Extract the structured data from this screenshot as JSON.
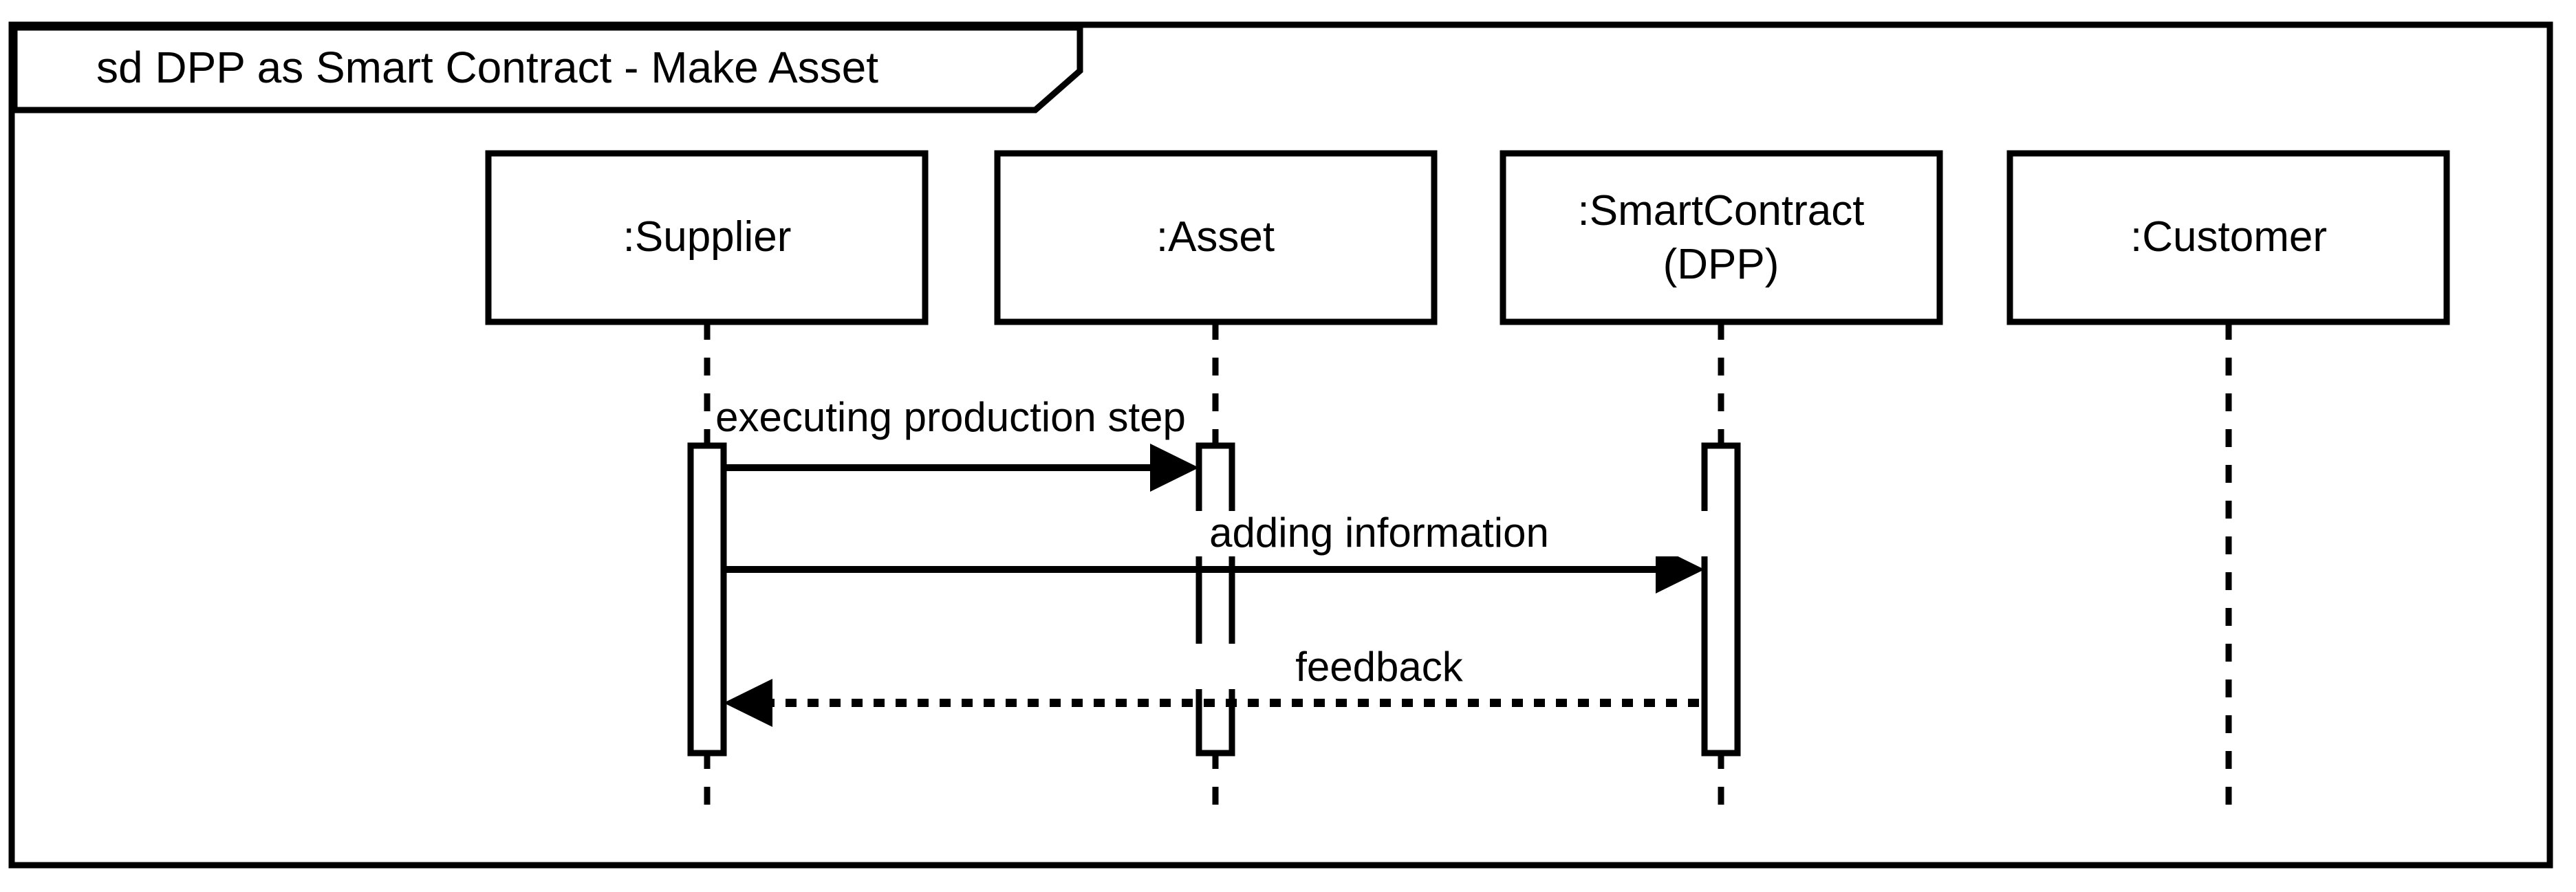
{
  "diagram": {
    "type": "uml-sequence-diagram",
    "frame": {
      "label": "sd DPP as Smart Contract - Make Asset",
      "border_color": "#000000",
      "background_color": "#ffffff"
    },
    "lifelines": [
      {
        "id": "supplier",
        "name": ":Supplier",
        "line2": ""
      },
      {
        "id": "asset",
        "name": ":Asset",
        "line2": ""
      },
      {
        "id": "smartcontract",
        "name": ":SmartContract",
        "line2": "(DPP)"
      },
      {
        "id": "customer",
        "name": ":Customer",
        "line2": ""
      }
    ],
    "messages": [
      {
        "index": 1,
        "label": "executing production step",
        "from": ":Supplier",
        "to": ":Asset",
        "style": "solid",
        "arrowhead": "filled",
        "direction": "right"
      },
      {
        "index": 2,
        "label": "adding information",
        "from": ":Supplier",
        "to": ":SmartContract",
        "style": "solid",
        "arrowhead": "filled",
        "direction": "right"
      },
      {
        "index": 3,
        "label": "feedback",
        "from": ":SmartContract",
        "to": ":Supplier",
        "style": "dotted",
        "arrowhead": "filled",
        "direction": "left"
      }
    ],
    "activations": [
      {
        "lifeline": ":Supplier"
      },
      {
        "lifeline": ":Asset"
      },
      {
        "lifeline": ":SmartContract"
      }
    ]
  }
}
